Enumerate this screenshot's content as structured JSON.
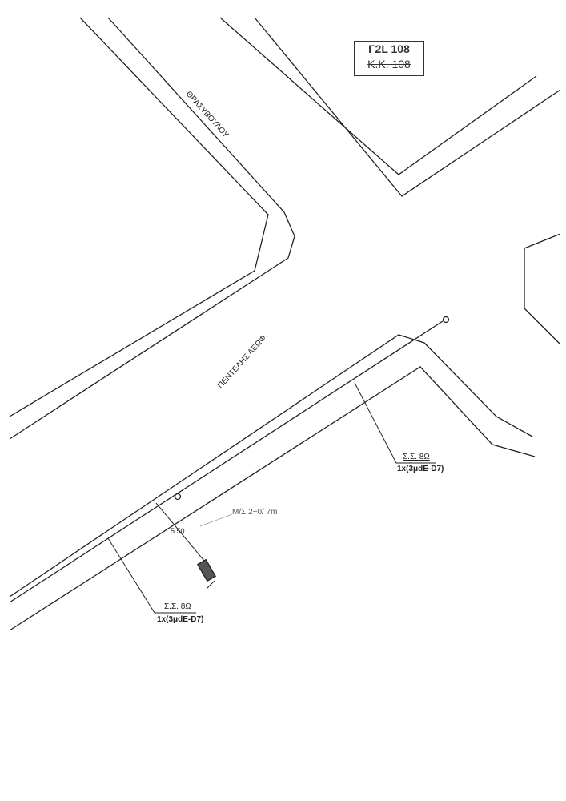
{
  "stamp": {
    "line1": "Γ2L 108",
    "line2": "K.K. 108"
  },
  "streets": {
    "street1": "ΘΡΑΣΥΒΟΥΛΟΥ",
    "street2": "ΠΕΝΤΕΛΗΣ ΛΕΩΦ."
  },
  "annotations": {
    "ss_right": "Σ.Σ. 8Ω",
    "cable_right": "1x(3μdE-D7)",
    "ss_left": "Σ.Σ. 8Ω",
    "cable_left": "1x(3μdE-D7)",
    "ms": "Μ/Σ 2+0/ 7m",
    "distance": "5.50"
  }
}
